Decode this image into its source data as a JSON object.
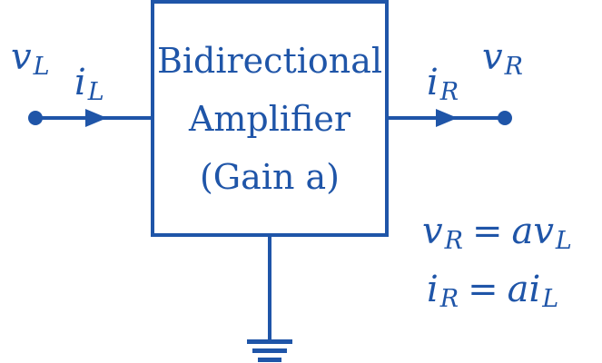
{
  "colors": {
    "stroke": "#1f55a8",
    "background": "#ffffff"
  },
  "amplifier": {
    "line1": "Bidirectional",
    "line2": "Amplifier",
    "line3": "(Gain a)"
  },
  "left_port": {
    "voltage": {
      "symbol": "v",
      "subscript": "L"
    },
    "current": {
      "symbol": "i",
      "subscript": "L"
    }
  },
  "right_port": {
    "voltage": {
      "symbol": "v",
      "subscript": "R"
    },
    "current": {
      "symbol": "i",
      "subscript": "R"
    }
  },
  "equations": {
    "eq1": {
      "lhs": "v",
      "lhs_sub": "R",
      "op": "=",
      "rhs": "av",
      "rhs_sub": "L"
    },
    "eq2": {
      "lhs": "i",
      "lhs_sub": "R",
      "op": "=",
      "rhs": "ai",
      "rhs_sub": "L"
    }
  },
  "ground": {
    "icon": "ground-icon"
  }
}
